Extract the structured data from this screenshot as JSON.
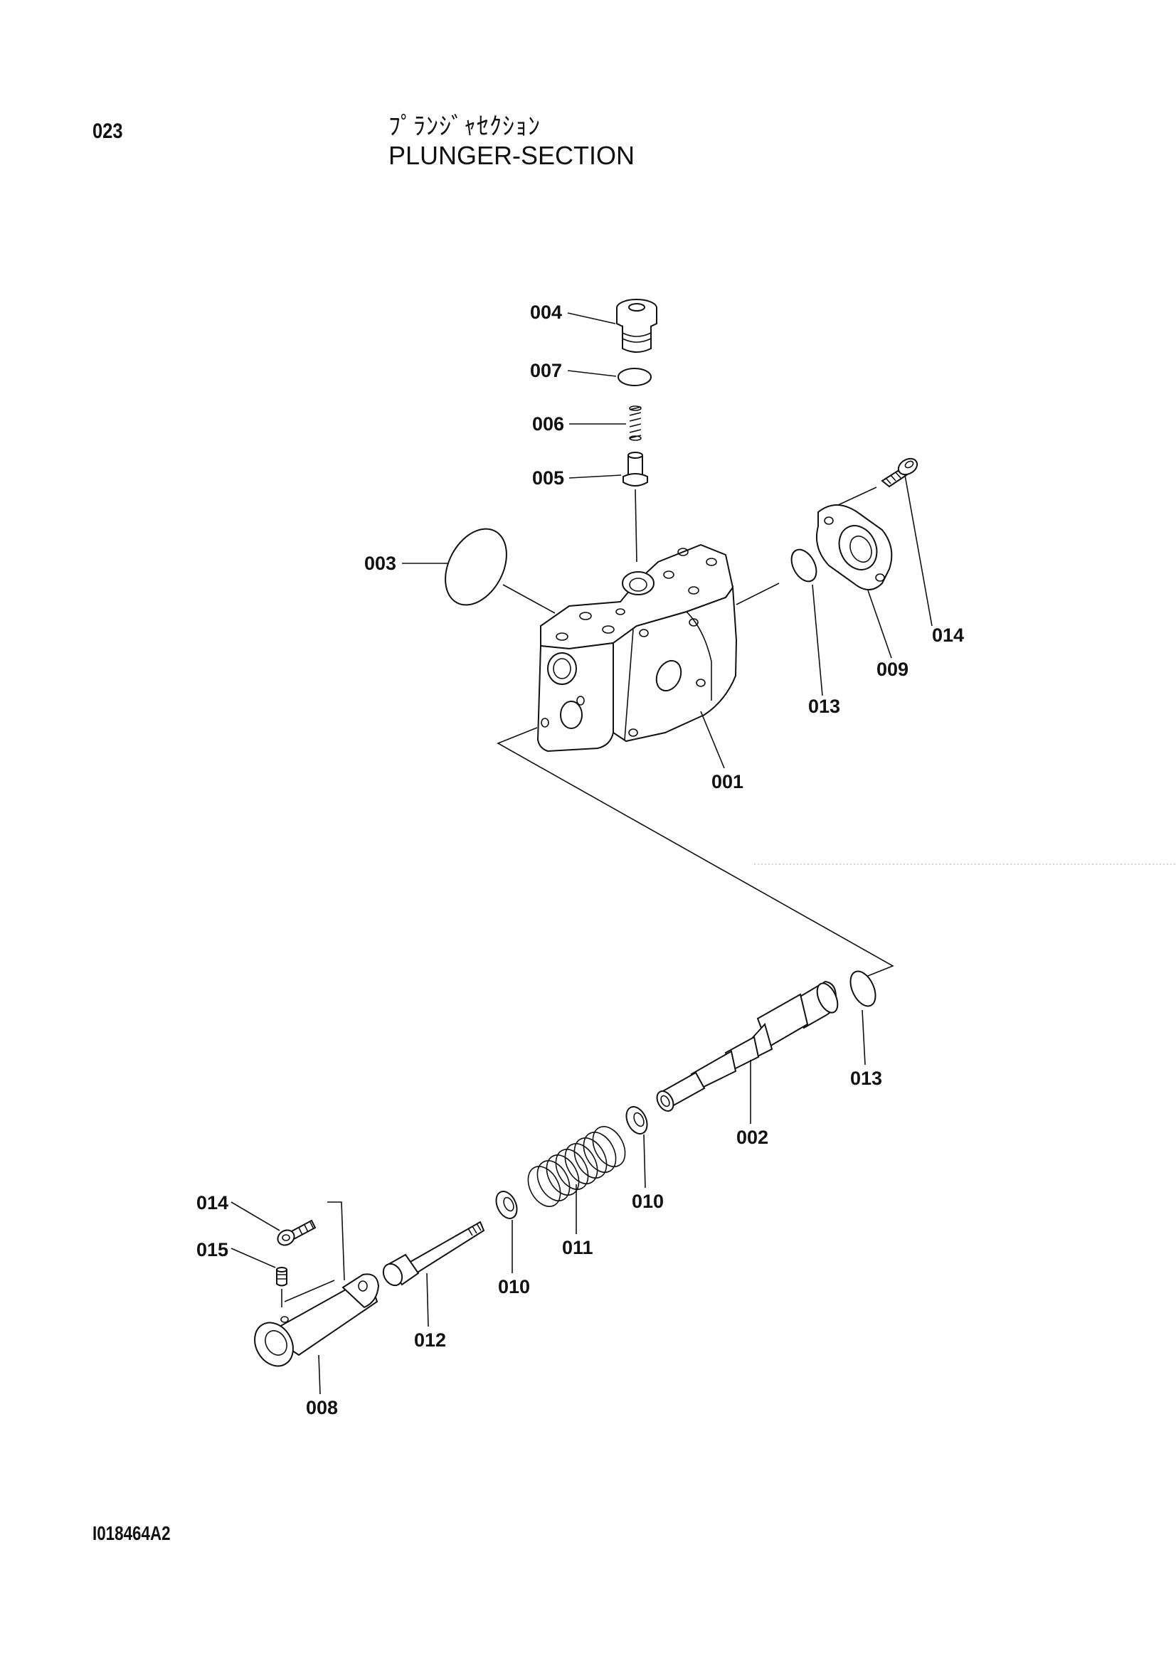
{
  "header": {
    "page_number": "023",
    "title_jp": "ﾌﾟﾗﾝｼﾞｬｾｸｼｮﾝ",
    "title_en": "PLUNGER-SECTION"
  },
  "footer": {
    "drawing_number": "I018464A2"
  },
  "callouts": [
    {
      "id": "c004",
      "label": "004"
    },
    {
      "id": "c007",
      "label": "007"
    },
    {
      "id": "c006",
      "label": "006"
    },
    {
      "id": "c005",
      "label": "005"
    },
    {
      "id": "c003",
      "label": "003"
    },
    {
      "id": "c014a",
      "label": "014"
    },
    {
      "id": "c009",
      "label": "009"
    },
    {
      "id": "c013a",
      "label": "013"
    },
    {
      "id": "c001",
      "label": "001"
    },
    {
      "id": "c013b",
      "label": "013"
    },
    {
      "id": "c002",
      "label": "002"
    },
    {
      "id": "c010a",
      "label": "010"
    },
    {
      "id": "c011",
      "label": "011"
    },
    {
      "id": "c010b",
      "label": "010"
    },
    {
      "id": "c012",
      "label": "012"
    },
    {
      "id": "c014b",
      "label": "014"
    },
    {
      "id": "c015",
      "label": "015"
    },
    {
      "id": "c008",
      "label": "008"
    }
  ]
}
